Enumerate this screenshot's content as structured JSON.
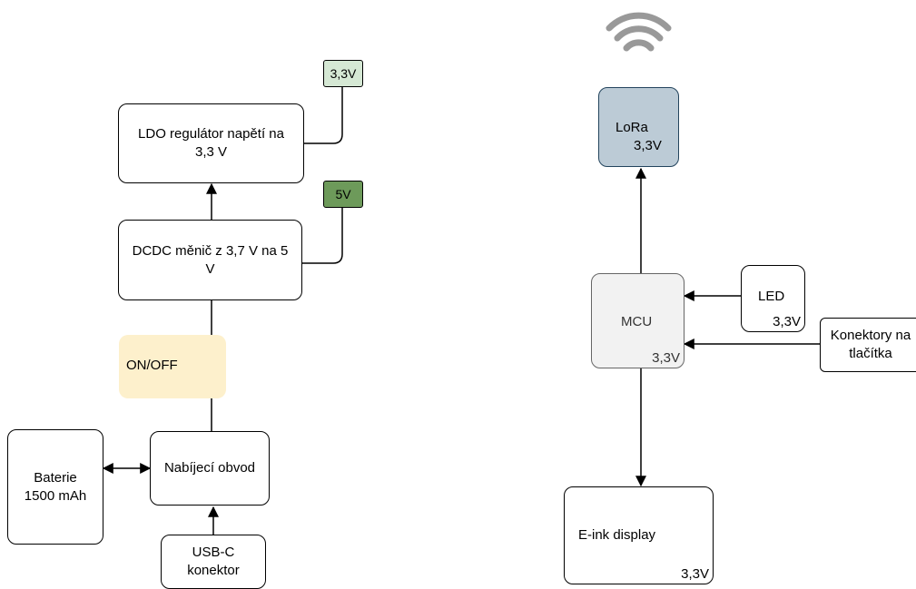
{
  "power_chain": {
    "ldo": "LDO regulátor napětí na 3,3 V",
    "dcdc": "DCDC měnič z 3,7 V na 5 V",
    "switch": "ON/OFF",
    "charger": "Nabíjecí obvod",
    "battery": "Baterie\n1500 mAh",
    "usb": "USB-C\nkonektor",
    "tag_33": "3,3V",
    "tag_5": "5V"
  },
  "logic": {
    "lora": "LoRa",
    "lora_v": "3,3V",
    "mcu": "MCU",
    "mcu_v": "3,3V",
    "led": "LED",
    "led_v": "3,3V",
    "buttons": "Konektory na\ntlačítka",
    "display": "E-ink display",
    "display_v": "3,3V"
  },
  "colors": {
    "tag_33_fill": "#d5e8d4",
    "tag_5_fill": "#6d9a5a",
    "lora_fill": "#bccbd6",
    "mcu_fill": "#f2f2f2",
    "switch_fill": "#fdf0cc",
    "wifi": "#999999"
  },
  "icons": [
    "wifi-icon"
  ]
}
